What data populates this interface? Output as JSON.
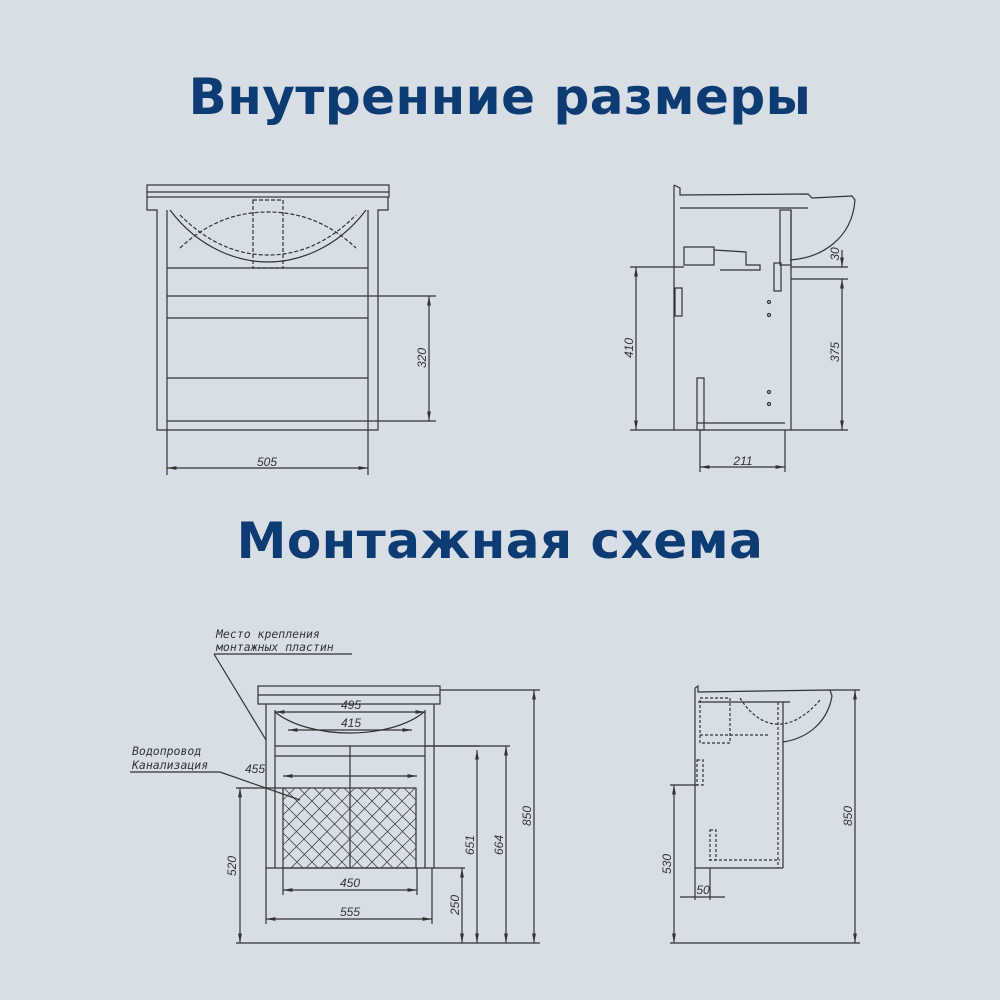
{
  "sections": [
    {
      "title": "Внутренние размеры",
      "drawings": [
        {
          "view": "front",
          "dimensions": {
            "width_inner": "505",
            "height_inner": "320"
          }
        },
        {
          "view": "side",
          "dimensions": {
            "top_gap": "30",
            "height_left": "410",
            "height_right": "375",
            "depth": "211"
          }
        }
      ]
    },
    {
      "title": "Монтажная схема",
      "drawings": [
        {
          "view": "front",
          "notes": {
            "mount_line1": "Место крепления",
            "mount_line2": "монтажных пластин",
            "pipes_line1": "Водопровод",
            "pipes_line2": "Канализация"
          },
          "dimensions": {
            "w495": "495",
            "w415": "415",
            "w455": "455",
            "w450": "450",
            "w555": "555",
            "h520": "520",
            "h250": "250",
            "h651": "651",
            "h664": "664",
            "h850": "850"
          }
        },
        {
          "view": "side",
          "dimensions": {
            "h530": "530",
            "d50": "50",
            "h850": "850"
          }
        }
      ]
    }
  ],
  "colors": {
    "background": "#d7dee5",
    "title": "#0d3b73",
    "line": "#333333"
  }
}
